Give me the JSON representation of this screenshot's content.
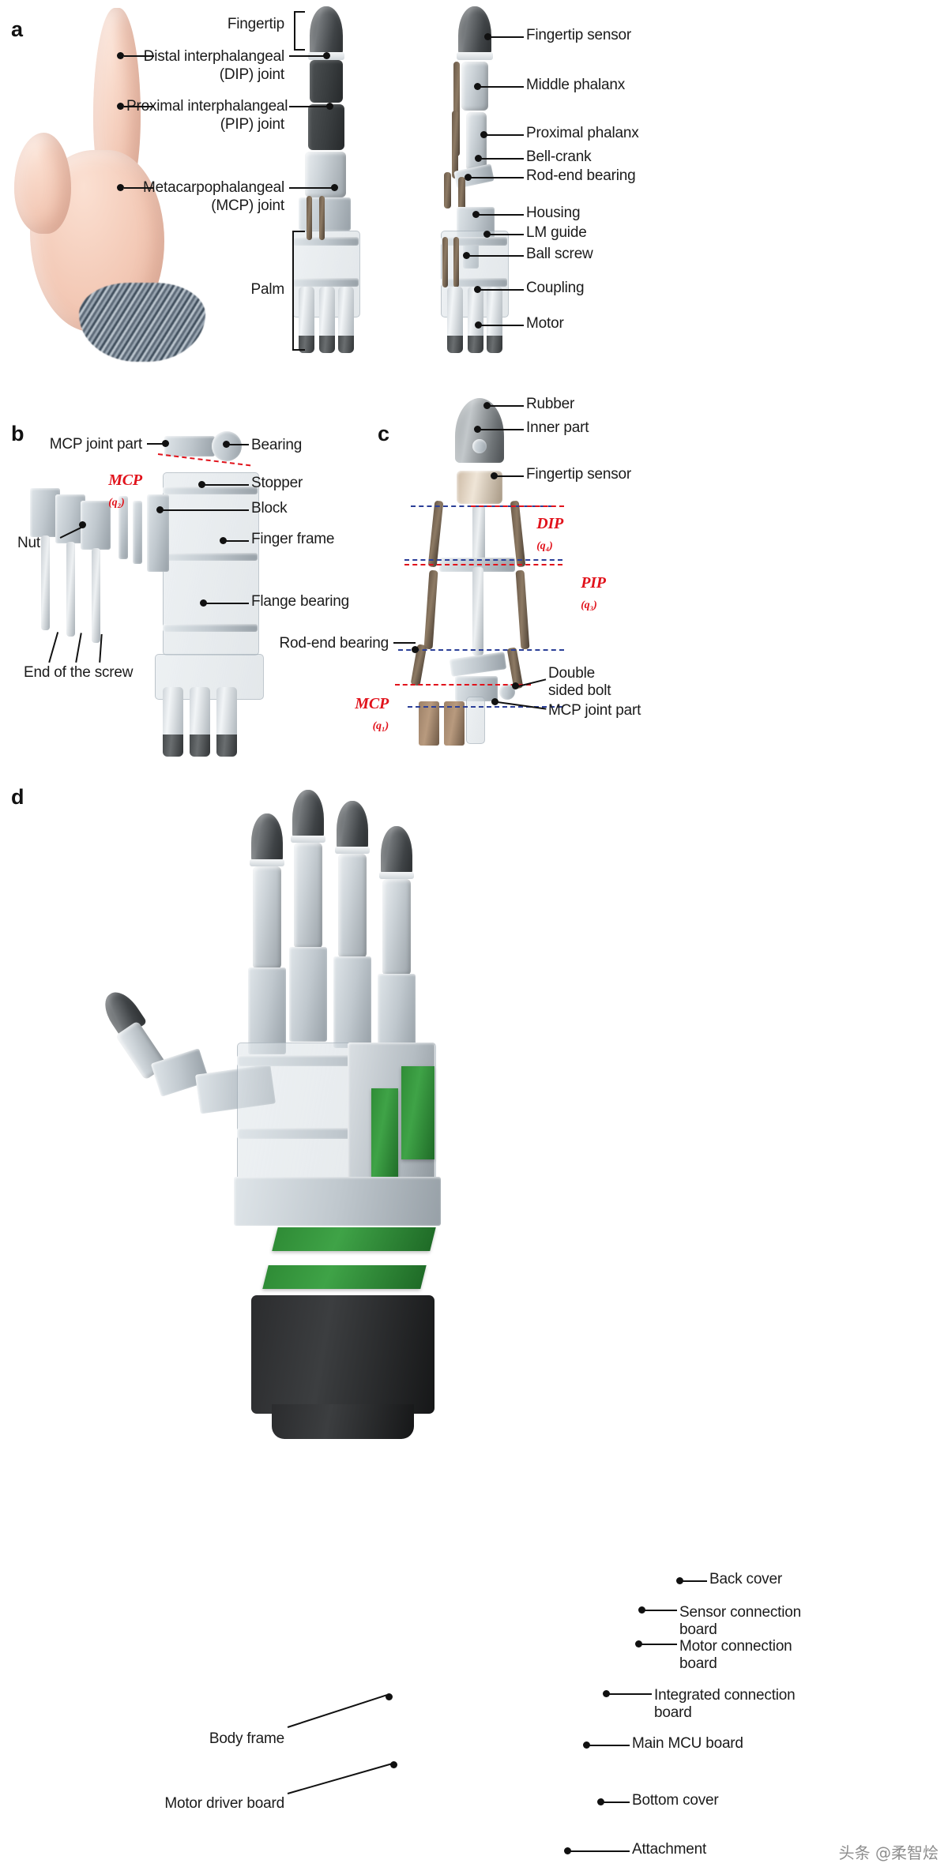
{
  "figure": {
    "panels": [
      "a",
      "b",
      "c",
      "d"
    ]
  },
  "panel_a": {
    "letter": "a",
    "left_labels": [
      {
        "id": "fingertip",
        "text": "Fingertip"
      },
      {
        "id": "dip",
        "line1": "Distal interphalangeal",
        "line2": "(DIP) joint"
      },
      {
        "id": "pip",
        "line1": "Proximal interphalangeal",
        "line2": "(PIP) joint"
      },
      {
        "id": "mcp",
        "line1": "Metacarpophalangeal",
        "line2": "(MCP) joint"
      },
      {
        "id": "palm",
        "text": "Palm"
      }
    ],
    "right_labels": [
      {
        "id": "fingertip-sensor",
        "text": "Fingertip sensor"
      },
      {
        "id": "middle-phalanx",
        "text": "Middle phalanx"
      },
      {
        "id": "proximal-phalanx",
        "text": "Proximal phalanx"
      },
      {
        "id": "bell-crank",
        "text": "Bell-crank"
      },
      {
        "id": "rod-end-bearing",
        "text": "Rod-end bearing"
      },
      {
        "id": "housing",
        "text": "Housing"
      },
      {
        "id": "lm-guide",
        "text": "LM guide"
      },
      {
        "id": "ball-screw",
        "text": "Ball screw"
      },
      {
        "id": "coupling",
        "text": "Coupling"
      },
      {
        "id": "motor",
        "text": "Motor"
      }
    ]
  },
  "panel_b": {
    "letter": "b",
    "labels": [
      {
        "id": "mcp-joint-part",
        "text": "MCP joint part"
      },
      {
        "id": "mcp-q2",
        "text": "MCP",
        "sub": "(q₂)"
      },
      {
        "id": "bearing",
        "text": "Bearing"
      },
      {
        "id": "stopper",
        "text": "Stopper"
      },
      {
        "id": "block",
        "text": "Block"
      },
      {
        "id": "finger-frame",
        "text": "Finger frame"
      },
      {
        "id": "flange-bearing",
        "text": "Flange bearing"
      },
      {
        "id": "nut",
        "text": "Nut"
      },
      {
        "id": "end-of-the-screw",
        "text": "End of the screw"
      }
    ]
  },
  "panel_c": {
    "letter": "c",
    "labels": [
      {
        "id": "rubber",
        "text": "Rubber"
      },
      {
        "id": "inner-part",
        "text": "Inner part"
      },
      {
        "id": "fingertip-sensor",
        "text": "Fingertip sensor"
      },
      {
        "id": "dip-q4",
        "text": "DIP",
        "sub": "(q₄)"
      },
      {
        "id": "pip-q3",
        "text": "PIP",
        "sub": "(q₃)"
      },
      {
        "id": "rod-end-bearing",
        "text": "Rod-end bearing"
      },
      {
        "id": "mcp-q1",
        "text": "MCP",
        "sub": "(q₁)"
      },
      {
        "id": "double-sided-bolt",
        "line1": "Double",
        "line2": "sided bolt"
      },
      {
        "id": "mcp-joint-part",
        "text": "MCP joint part"
      }
    ]
  },
  "panel_d": {
    "letter": "d",
    "labels": [
      {
        "id": "back-cover",
        "text": "Back cover"
      },
      {
        "id": "sensor-connection-board",
        "line1": "Sensor connection",
        "line2": "board"
      },
      {
        "id": "motor-connection-board",
        "line1": "Motor connection",
        "line2": "board"
      },
      {
        "id": "integrated-connection-board",
        "line1": "Integrated connection",
        "line2": "board"
      },
      {
        "id": "main-mcu-board",
        "text": "Main MCU board"
      },
      {
        "id": "bottom-cover",
        "text": "Bottom cover"
      },
      {
        "id": "attachment",
        "text": "Attachment"
      },
      {
        "id": "body-frame",
        "text": "Body frame"
      },
      {
        "id": "motor-driver-board",
        "text": "Motor driver board"
      }
    ]
  },
  "watermark": {
    "text": "头条 @柔智烩"
  },
  "colors": {
    "annotation_red": "#e1121b",
    "annotation_blue": "#2b3f98",
    "leader_black": "#111111",
    "pcb_green": "#3fa347"
  }
}
